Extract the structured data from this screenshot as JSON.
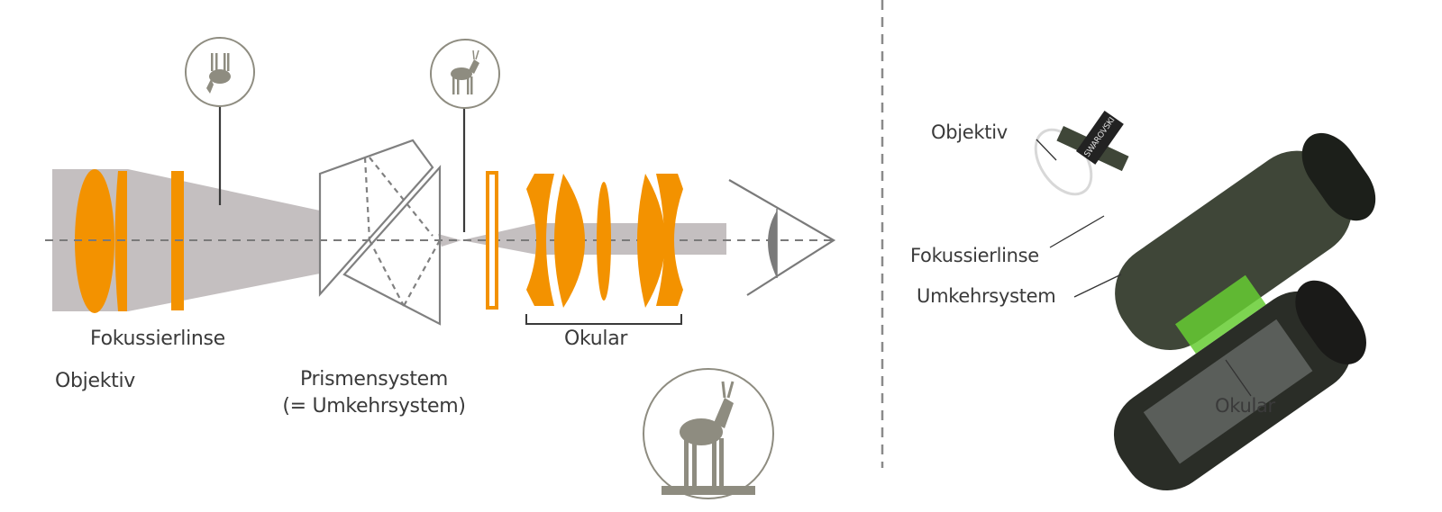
{
  "diagram": {
    "left_labels": {
      "focus_lens": "Fokussierlinse",
      "objective": "Objektiv",
      "prism_line1": "Prismensystem",
      "prism_line2": "(= Umkehrsystem)",
      "eyepiece": "Okular"
    },
    "right_labels": {
      "objective": "Objektiv",
      "focus_lens": "Fokussierlinse",
      "reversing_system": "Umkehrsystem",
      "eyepiece": "Okular"
    },
    "binocular_brand_text": "SWAROVSKI",
    "image_states": [
      {
        "stage": "after-objective",
        "orientation": "upside-down"
      },
      {
        "stage": "after-prism",
        "orientation": "upright"
      },
      {
        "stage": "eye",
        "orientation": "upright-magnified"
      }
    ],
    "colors": {
      "lens_orange": "#f39200",
      "light_beam": "#c4bfc0",
      "outline_gray": "#7a7a7a",
      "deer_gray": "#8e8c80",
      "text": "#3a3a3a",
      "binocular_body": "#3f4638",
      "binocular_green": "#66cc33"
    }
  }
}
